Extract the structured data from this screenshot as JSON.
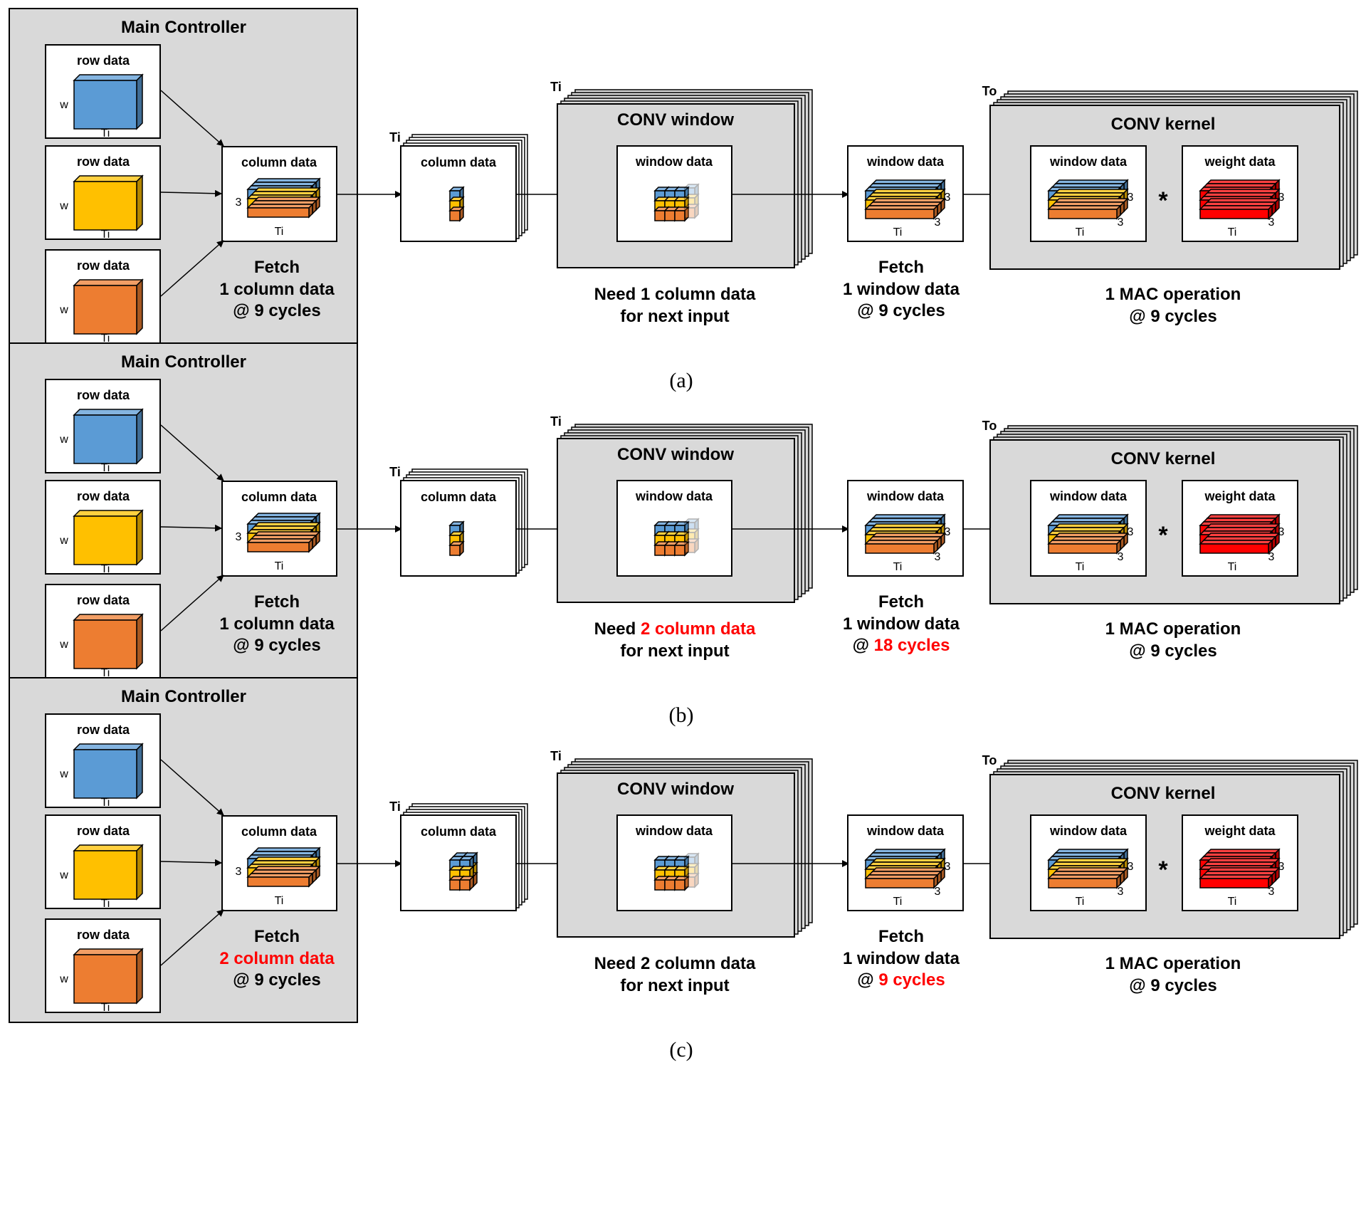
{
  "colors": {
    "panel_fill": "#d9d9d9",
    "blue": "#5b9bd5",
    "yellow": "#ffc000",
    "orange": "#ed7d31",
    "red": "#ff0000",
    "highlight_text": "#ff0000"
  },
  "panels": [
    {
      "id": "a",
      "caption": "(a)",
      "mc_title": "Main Controller",
      "row_label": "row data",
      "dim_w": "w",
      "dim_ti": "Ti",
      "dim_to": "To",
      "dim_3": "3",
      "col_label": "column data",
      "fetch_title": "Fetch",
      "fetch_line2": [
        {
          "t": "1 column data",
          "hl": false
        }
      ],
      "fetch_line3": [
        {
          "t": "@ 9 cycles",
          "hl": false
        }
      ],
      "buffer_col_label": "column data",
      "conv_window_title": "CONV window",
      "window_label": "window data",
      "need_line1": [
        {
          "t": "Need 1 column data",
          "hl": false
        }
      ],
      "need_line2": "for next input",
      "wfetch_title": "Fetch",
      "wfetch_line2": "1 window data",
      "wfetch_line3": [
        {
          "t": "@ 9 cycles",
          "hl": false
        }
      ],
      "kernel_title": "CONV kernel",
      "kernel_window_label": "window data",
      "weight_label": "weight data",
      "mult": "*",
      "mac_line1": "1 MAC operation",
      "mac_line2": "@ 9 cycles",
      "col_cols": 1,
      "col_layers": 1,
      "win_solid": 3
    },
    {
      "id": "b",
      "caption": "(b)",
      "mc_title": "Main Controller",
      "row_label": "row data",
      "dim_w": "w",
      "dim_ti": "Ti",
      "dim_to": "To",
      "dim_3": "3",
      "col_label": "column data",
      "fetch_title": "Fetch",
      "fetch_line2": [
        {
          "t": "1 column data",
          "hl": false
        }
      ],
      "fetch_line3": [
        {
          "t": "@ 9 cycles",
          "hl": false
        }
      ],
      "buffer_col_label": "column data",
      "conv_window_title": "CONV window",
      "window_label": "window data",
      "need_line1": [
        {
          "t": "Need ",
          "hl": false
        },
        {
          "t": "2 column data",
          "hl": true
        }
      ],
      "need_line2": "for next input",
      "wfetch_title": "Fetch",
      "wfetch_line2": "1 window data",
      "wfetch_line3": [
        {
          "t": "@ ",
          "hl": false
        },
        {
          "t": "18 cycles",
          "hl": true
        }
      ],
      "kernel_title": "CONV kernel",
      "kernel_window_label": "window data",
      "weight_label": "weight data",
      "mult": "*",
      "mac_line1": "1 MAC operation",
      "mac_line2": "@ 9 cycles",
      "col_cols": 1,
      "col_layers": 1,
      "win_solid": 3
    },
    {
      "id": "c",
      "caption": "(c)",
      "mc_title": "Main Controller",
      "row_label": "row data",
      "dim_w": "w",
      "dim_ti": "Ti",
      "dim_to": "To",
      "dim_3": "3",
      "col_label": "column data",
      "fetch_title": "Fetch",
      "fetch_line2": [
        {
          "t": "2 column data",
          "hl": true
        }
      ],
      "fetch_line3": [
        {
          "t": "@ 9 cycles",
          "hl": false
        }
      ],
      "buffer_col_label": "column data",
      "conv_window_title": "CONV window",
      "window_label": "window data",
      "need_line1": [
        {
          "t": "Need 2 column data",
          "hl": false
        }
      ],
      "need_line2": "for next input",
      "wfetch_title": "Fetch",
      "wfetch_line2": "1 window data",
      "wfetch_line3": [
        {
          "t": "@ ",
          "hl": false
        },
        {
          "t": "9 cycles",
          "hl": true
        }
      ],
      "kernel_title": "CONV kernel",
      "kernel_window_label": "window data",
      "weight_label": "weight data",
      "mult": "*",
      "mac_line1": "1 MAC operation",
      "mac_line2": "@ 9 cycles",
      "col_cols": 2,
      "col_layers": 2,
      "win_solid": 3
    }
  ]
}
